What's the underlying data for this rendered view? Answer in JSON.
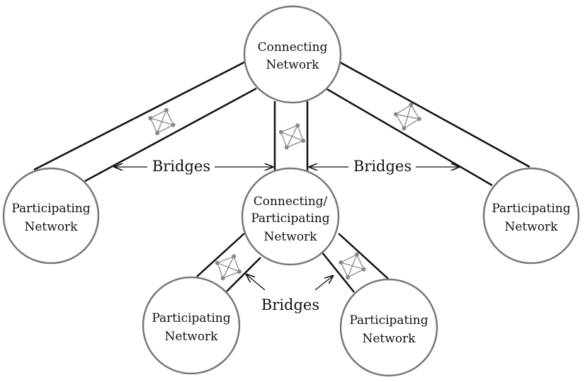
{
  "nodes": {
    "top": [
      "Connecting",
      "Network"
    ],
    "center": [
      "Connecting/",
      "Participating",
      "Network"
    ],
    "left": [
      "Participating",
      "Network"
    ],
    "right": [
      "Participating",
      "Network"
    ],
    "bottom_left": [
      "Participating",
      "Network"
    ],
    "bottom_right": [
      "Participating",
      "Network"
    ]
  },
  "labels": {
    "bridges_left": "Bridges",
    "bridges_right": "Bridges",
    "bridges_bottom": "Bridges"
  },
  "icons": [
    "network-mesh-icon"
  ]
}
